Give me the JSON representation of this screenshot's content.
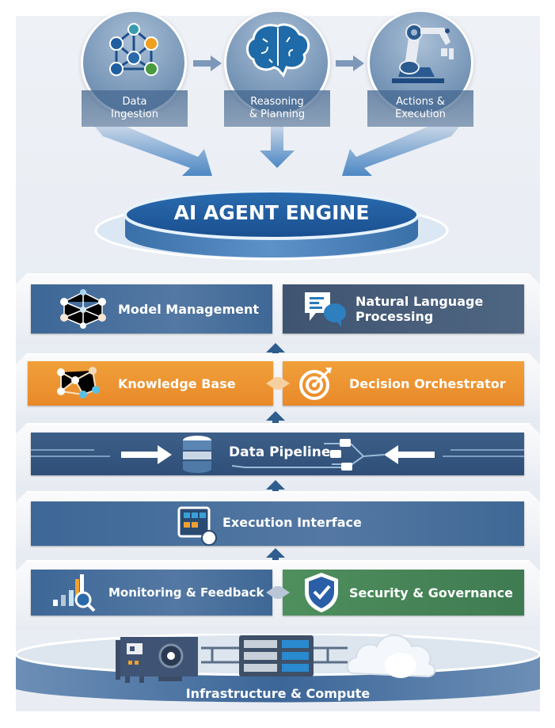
{
  "top_stages": [
    {
      "label_line1": "Data",
      "label_line2": "Ingestion",
      "icon": "network-nodes-icon"
    },
    {
      "label_line1": "Reasoning",
      "label_line2": "& Planning",
      "icon": "brain-icon"
    },
    {
      "label_line1": "Actions &",
      "label_line2": "Execution",
      "icon": "robot-arm-icon"
    }
  ],
  "engine": {
    "title": "AI AGENT ENGINE"
  },
  "layers": {
    "row1": {
      "left": {
        "label": "Model Management",
        "icon": "neural-network-icon"
      },
      "right": {
        "label_line1": "Natural Language",
        "label_line2": "Processing",
        "icon": "chat-bubbles-icon"
      }
    },
    "row2": {
      "left": {
        "label": "Knowledge Base",
        "icon": "knowledge-graph-icon"
      },
      "right": {
        "label": "Decision Orchestrator",
        "icon": "target-icon"
      }
    },
    "row3": {
      "label": "Data Pipeline",
      "icon": "database-icon"
    },
    "row4": {
      "label": "Execution Interface",
      "icon": "dashboard-icon"
    },
    "row5": {
      "left": {
        "label": "Monitoring & Feedback",
        "icon": "chart-magnifier-icon"
      },
      "right": {
        "label": "Security & Governance",
        "icon": "shield-check-icon"
      }
    },
    "base": {
      "label": "Infrastructure & Compute",
      "icons": [
        "server-card-icon",
        "server-rack-icon",
        "cloud-icon"
      ]
    }
  },
  "colors": {
    "blue": "#3d6797",
    "slate": "#3f5470",
    "orange": "#ee9632",
    "green": "#4a8a5a",
    "navy": "#2f4f78"
  }
}
